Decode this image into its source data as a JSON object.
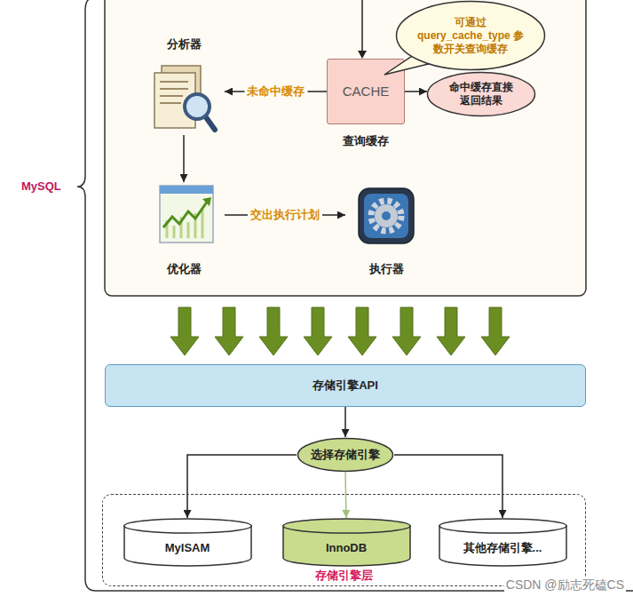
{
  "diagram": {
    "nodes": [
      {
        "text": [
          "分析器"
        ]
      },
      {
        "text": [
          "CACHE",
          "查询缓存"
        ]
      },
      {
        "text": [
          "可通过 query_cache_type 参数开关查询缓存"
        ]
      },
      {
        "text": [
          "命中缓存直接返回结果"
        ]
      },
      {
        "text": [
          "优化器"
        ]
      },
      {
        "text": [
          "执行器"
        ]
      },
      {
        "text": [
          "存储引擎API"
        ]
      },
      {
        "text": [
          "选择存储引擎"
        ]
      },
      {
        "text": [
          "存储引擎层"
        ]
      },
      {
        "text": [
          "MyISAM"
        ],
        "in": 8
      },
      {
        "text": [
          "InnoDB"
        ],
        "in": 8
      },
      {
        "text": [
          "其他存储引擎..."
        ],
        "in": 8
      }
    ],
    "edges": [
      {
        "from": 1,
        "to": 0,
        "label": "未命中缓存",
        "arrow": "to"
      },
      {
        "from": 1,
        "to": 3,
        "arrow": "to"
      },
      {
        "from": 0,
        "to": 4,
        "arrow": "to"
      },
      {
        "from": 4,
        "to": 5,
        "label": "交出执行计划",
        "arrow": "to"
      },
      {
        "from": 6,
        "to": 7,
        "arrow": "to"
      },
      {
        "from": 7,
        "to": 9,
        "arrow": "to"
      },
      {
        "from": 7,
        "to": 10,
        "arrow": "to"
      },
      {
        "from": 7,
        "to": 11,
        "arrow": "to"
      }
    ],
    "labels": [
      "MySQL",
      "CSDN @励志死磕CS"
    ]
  }
}
